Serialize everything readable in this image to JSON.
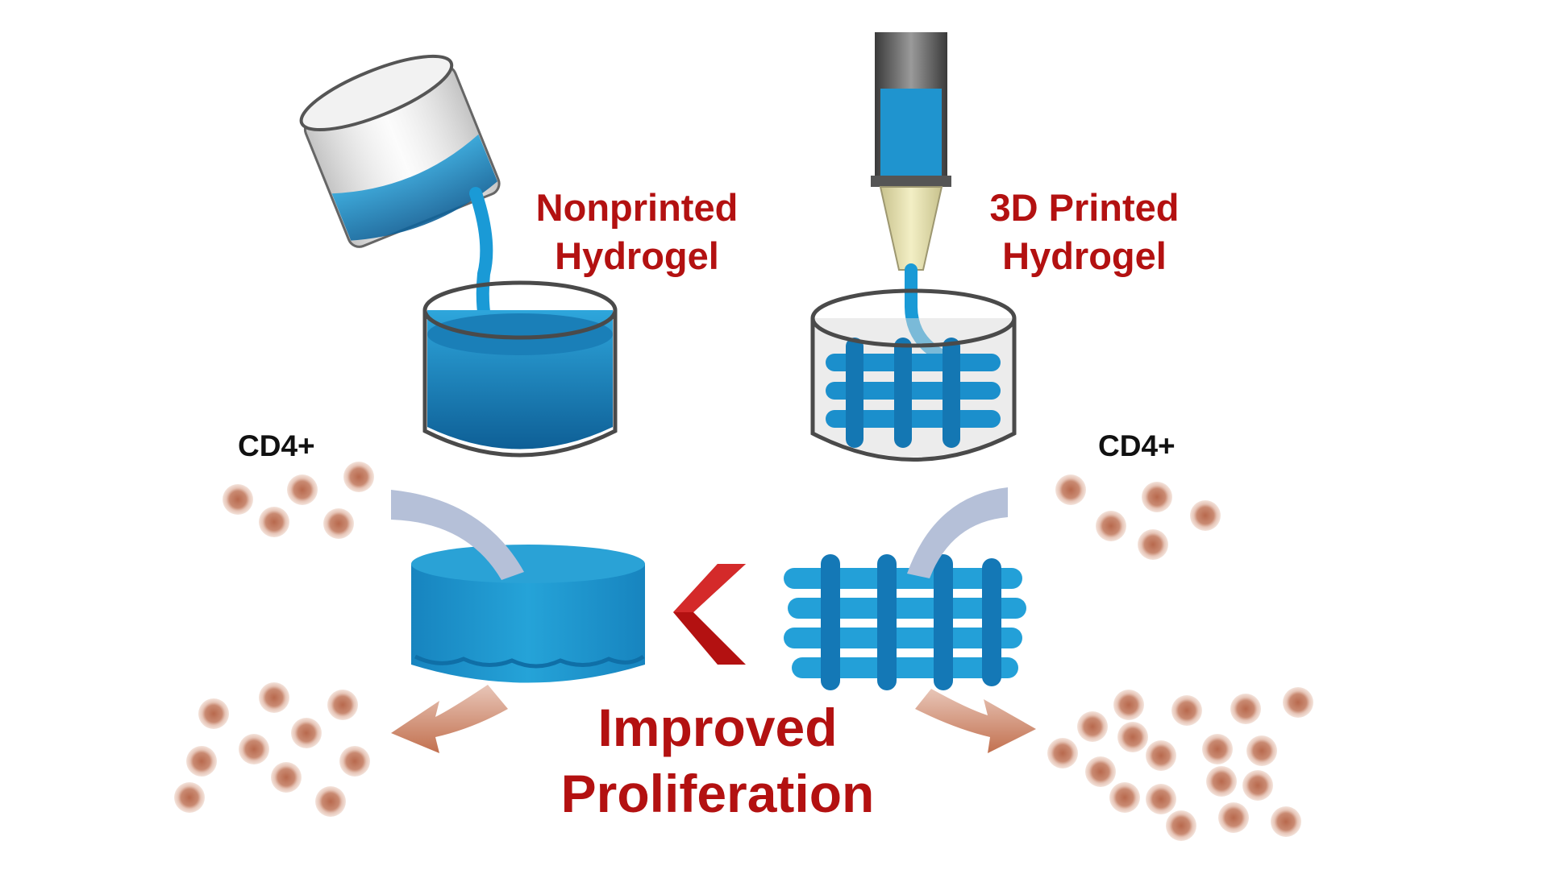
{
  "nonprinted": {
    "line1": "Nonprinted",
    "line2": "Hydrogel"
  },
  "printed": {
    "line1": "3D Printed",
    "line2": "Hydrogel"
  },
  "cd4_left": "CD4+",
  "cd4_right": "CD4+",
  "result": {
    "line1": "Improved",
    "line2": "Proliferation"
  },
  "colors": {
    "label_red": "#b31111",
    "gel_blue": "#1e8fc4",
    "gel_dark": "#0f5f95",
    "cell_fill": "#c8806a",
    "cell_ring": "#ead2c8",
    "arrow_in": "#b7c2d9",
    "arrow_out": "#c47a63",
    "chevron": "#b31111"
  },
  "icons": [
    "pouring-beaker-icon",
    "nonprinted-dish-icon",
    "syringe-nozzle-icon",
    "printed-dish-icon",
    "bulk-gel-disc-icon",
    "lattice-gel-icon",
    "chevron-left-icon",
    "cell-icon"
  ]
}
